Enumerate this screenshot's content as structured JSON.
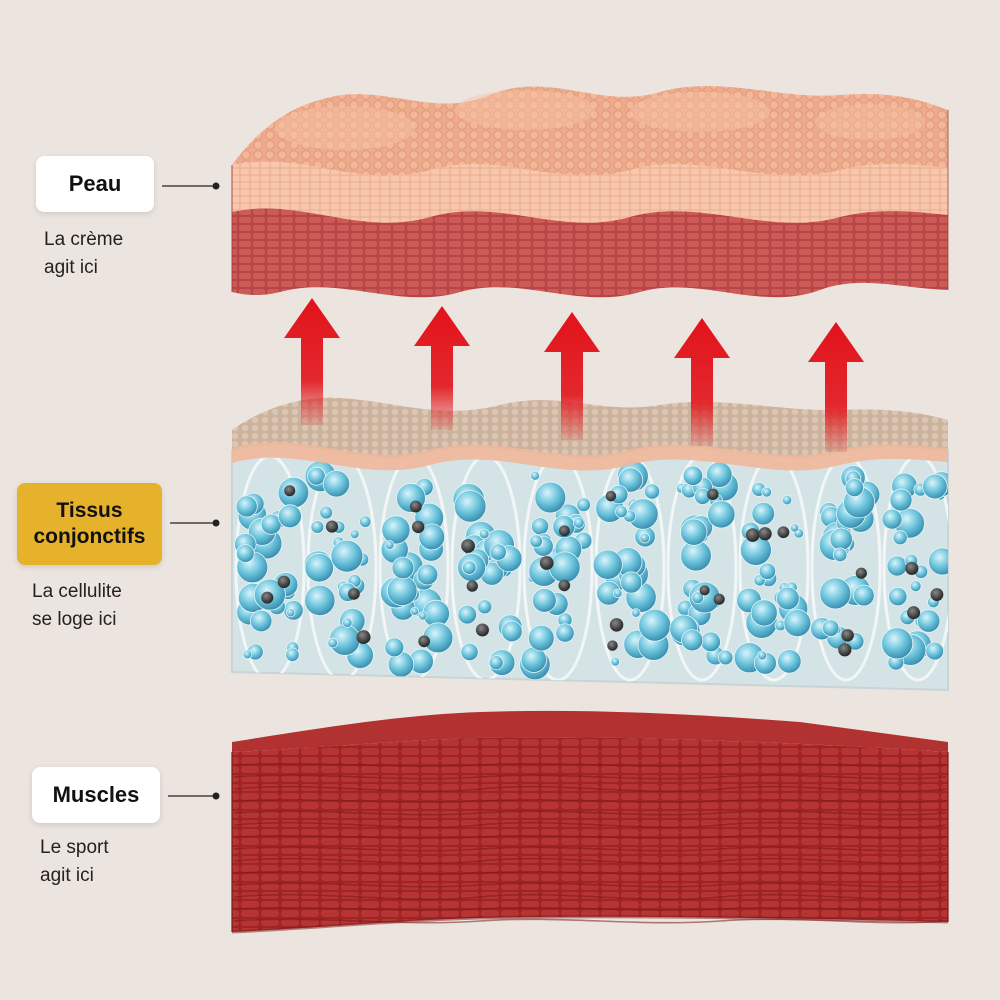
{
  "colors": {
    "background": "#ece4df",
    "label_background": "#ffffff",
    "highlight_label_background": "#e6b22c",
    "arrow": "#e2131a",
    "skin_top": "#eea88a",
    "skin_dermis": "#c24a4a",
    "fat_cells": "#7ccde0",
    "muscle": "#a72b2b"
  },
  "layers": [
    {
      "id": "peau",
      "label": "Peau",
      "caption_line1": "La crème",
      "caption_line2": "agit ici",
      "highlight": false
    },
    {
      "id": "tissus",
      "label_line1": "Tissus",
      "label_line2": "conjonctifs",
      "caption_line1": "La cellulite",
      "caption_line2": "se loge ici",
      "highlight": true
    },
    {
      "id": "muscles",
      "label": "Muscles",
      "caption_line1": "Le sport",
      "caption_line2": "agit ici",
      "highlight": false
    }
  ],
  "arrows": {
    "count": 5,
    "direction": "up",
    "icon": "arrow-up-icon"
  }
}
